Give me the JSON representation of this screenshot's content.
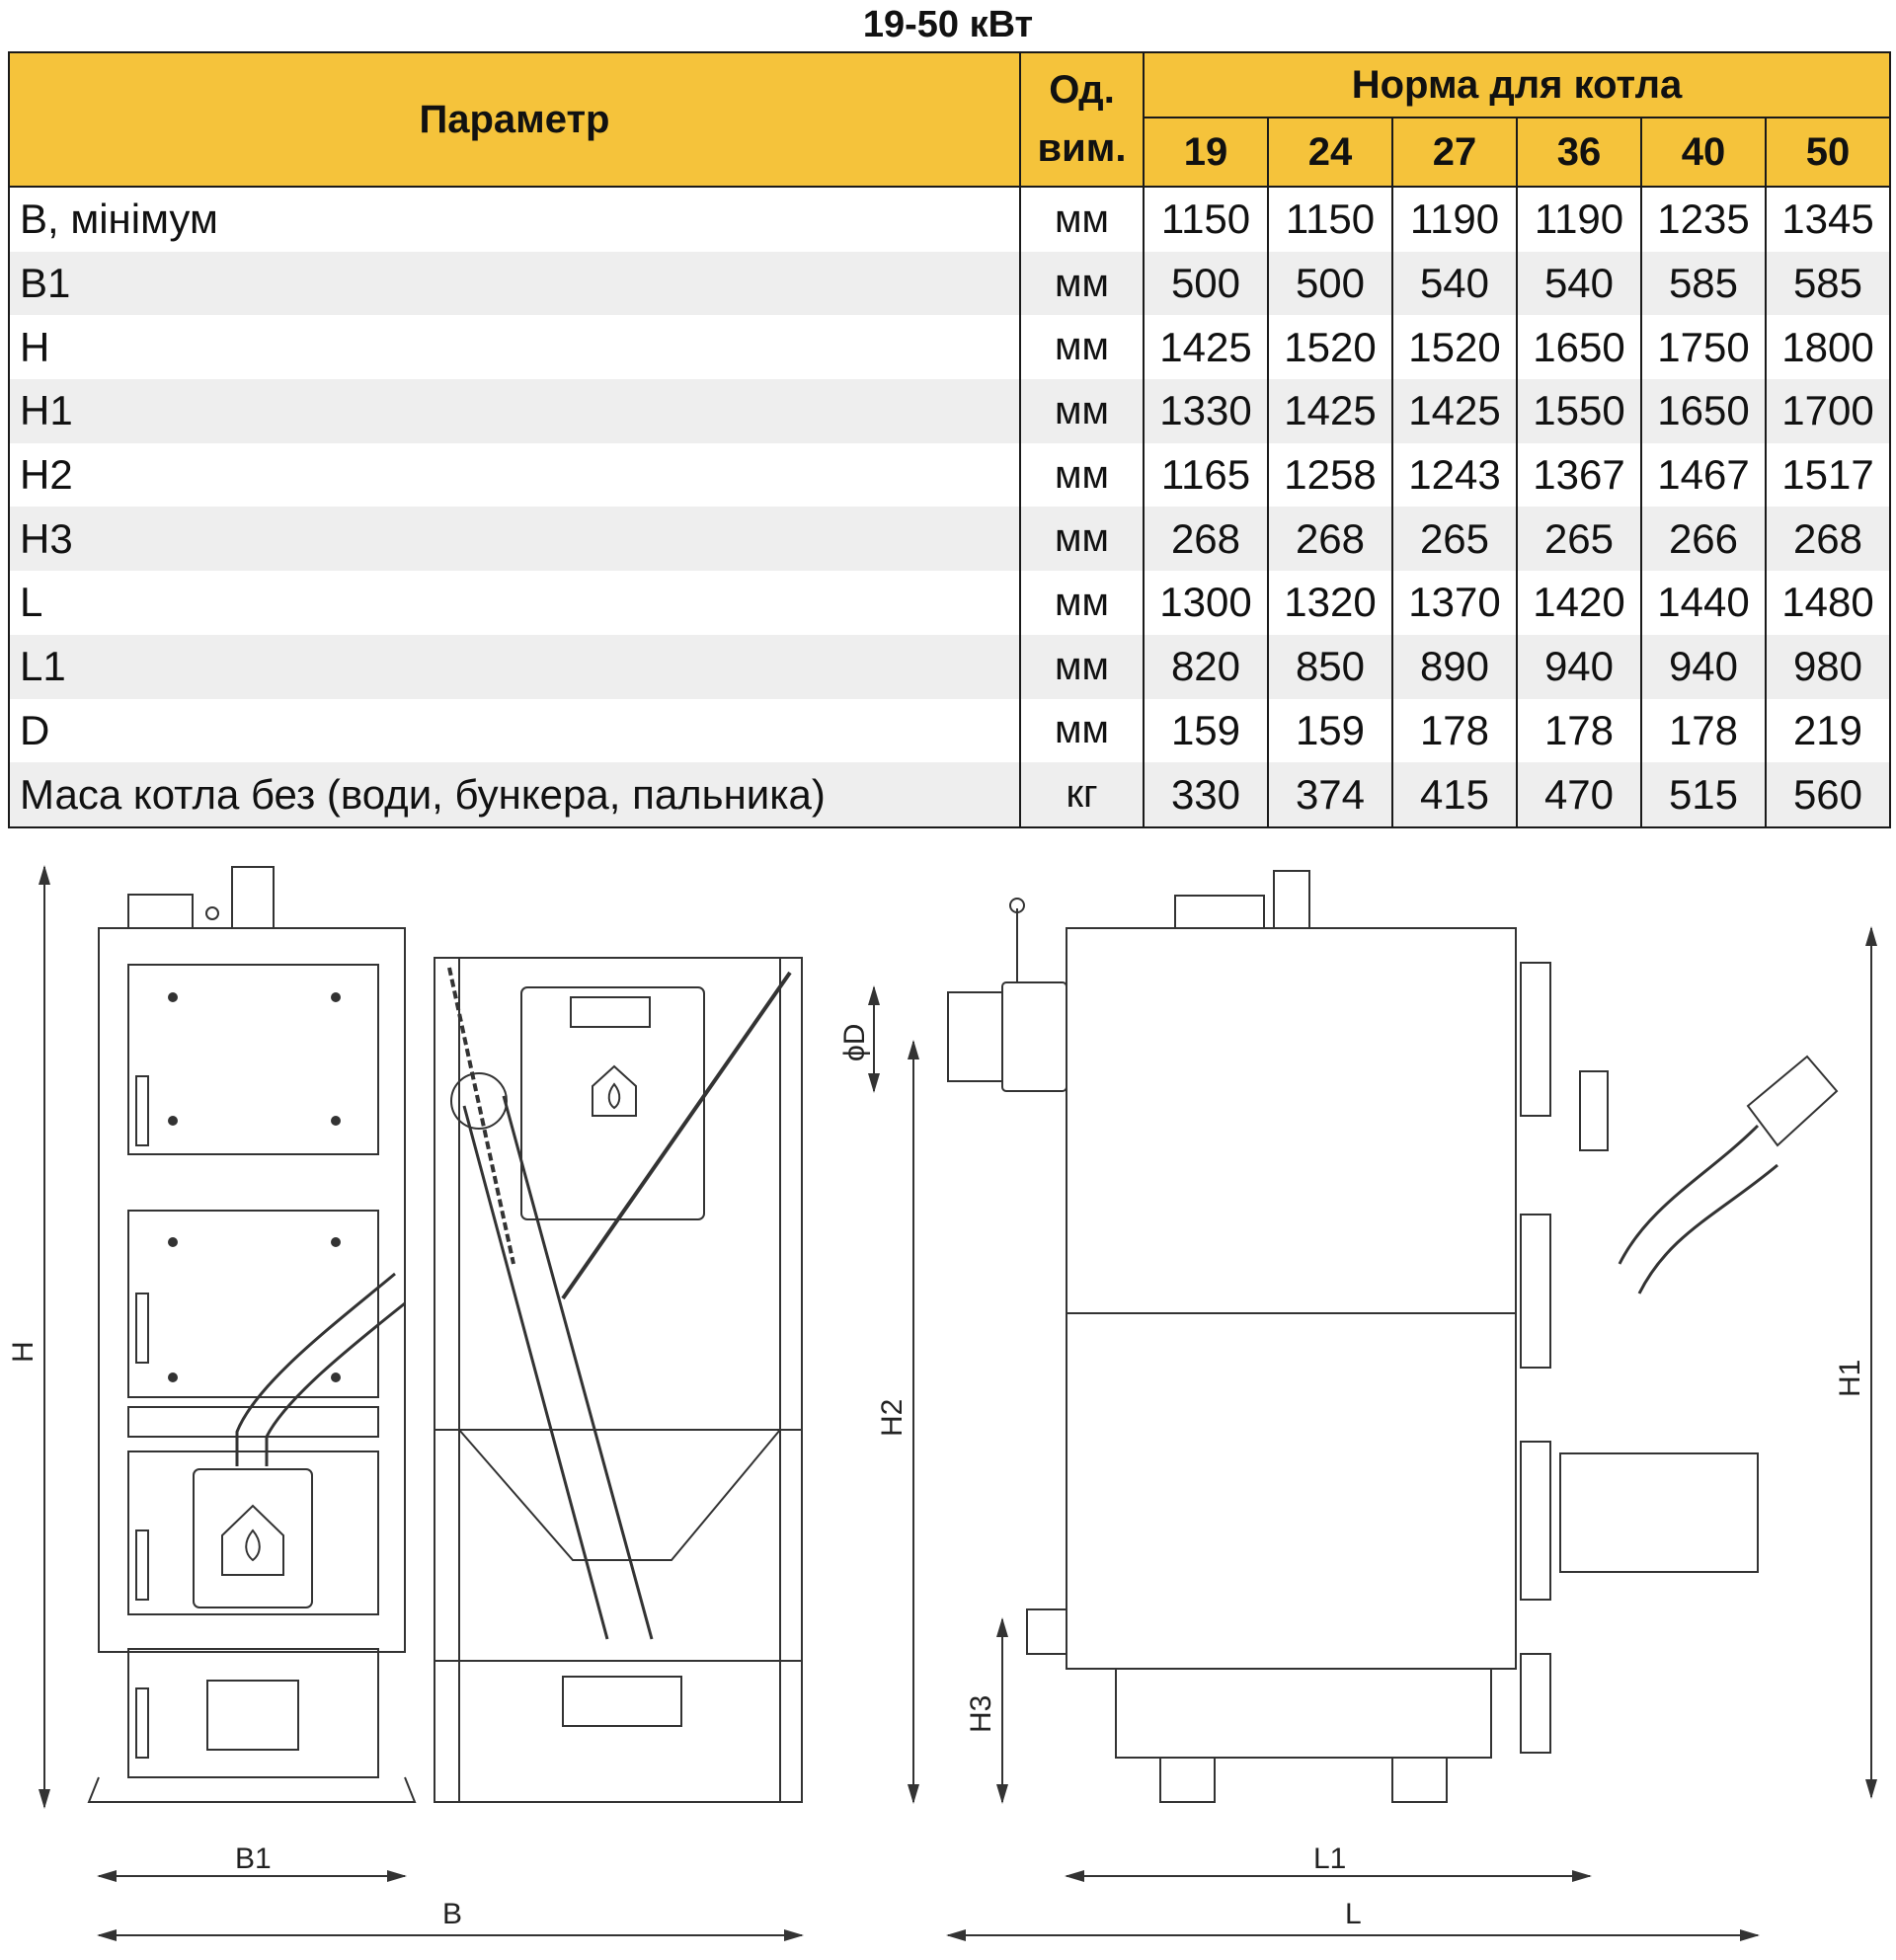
{
  "title": "19-50 кВт",
  "table": {
    "header_param": "Параметр",
    "header_unit_line1": "Од.",
    "header_unit_line2": "вим.",
    "header_norm": "Норма для котла",
    "models": [
      "19",
      "24",
      "27",
      "36",
      "40",
      "50"
    ],
    "rows": [
      {
        "param": "B, мінімум",
        "unit": "мм",
        "values": [
          "1150",
          "1150",
          "1190",
          "1190",
          "1235",
          "1345"
        ]
      },
      {
        "param": "B1",
        "unit": "мм",
        "values": [
          "500",
          "500",
          "540",
          "540",
          "585",
          "585"
        ]
      },
      {
        "param": "H",
        "unit": "мм",
        "values": [
          "1425",
          "1520",
          "1520",
          "1650",
          "1750",
          "1800"
        ]
      },
      {
        "param": "H1",
        "unit": "мм",
        "values": [
          "1330",
          "1425",
          "1425",
          "1550",
          "1650",
          "1700"
        ]
      },
      {
        "param": "H2",
        "unit": "мм",
        "values": [
          "1165",
          "1258",
          "1243",
          "1367",
          "1467",
          "1517"
        ]
      },
      {
        "param": "H3",
        "unit": "мм",
        "values": [
          "268",
          "268",
          "265",
          "265",
          "266",
          "268"
        ]
      },
      {
        "param": "L",
        "unit": "мм",
        "values": [
          "1300",
          "1320",
          "1370",
          "1420",
          "1440",
          "1480"
        ]
      },
      {
        "param": "L1",
        "unit": "мм",
        "values": [
          "820",
          "850",
          "890",
          "940",
          "940",
          "980"
        ]
      },
      {
        "param": "D",
        "unit": "мм",
        "values": [
          "159",
          "159",
          "178",
          "178",
          "178",
          "219"
        ]
      },
      {
        "param": "Маса котла без (води, бункера, пальника)",
        "unit": "кг",
        "values": [
          "330",
          "374",
          "415",
          "470",
          "515",
          "560"
        ]
      }
    ]
  },
  "drawing_labels": {
    "H": "H",
    "B1": "B1",
    "B": "B",
    "D": "ϕD",
    "H2": "H2",
    "H3": "H3",
    "H1": "H1",
    "L1": "L1",
    "L": "L"
  }
}
